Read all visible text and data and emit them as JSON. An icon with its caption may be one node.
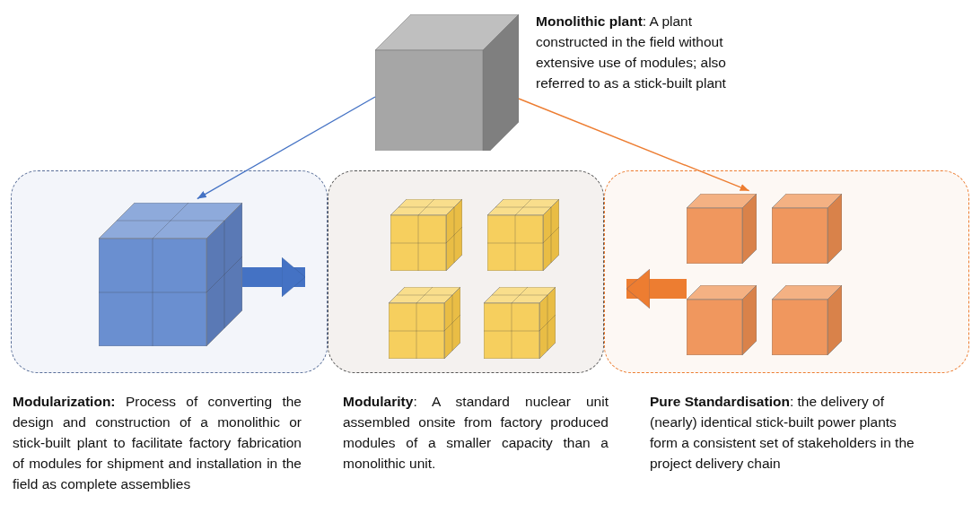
{
  "diagram": {
    "nodes": [
      {
        "text": [],
        "shape": "cube",
        "beside": [
          "**Monolithic plant**: A plant constructed in the field without extensive use of modules; also referred to as a stick-built plant"
        ]
      },
      {
        "text": [],
        "shape": "box"
      },
      {
        "text": [],
        "shape": "cube",
        "in": 1
      },
      {
        "text": [],
        "shape": "box"
      },
      {
        "text": [],
        "shape": "cube",
        "in": 3
      },
      {
        "text": [],
        "shape": "cube",
        "in": 3
      },
      {
        "text": [],
        "shape": "cube",
        "in": 3
      },
      {
        "text": [],
        "shape": "cube",
        "in": 3
      },
      {
        "text": [],
        "shape": "box"
      },
      {
        "text": [],
        "shape": "cube",
        "in": 8
      },
      {
        "text": [],
        "shape": "cube",
        "in": 8
      },
      {
        "text": [],
        "shape": "cube",
        "in": 8
      },
      {
        "text": [],
        "shape": "cube",
        "in": 8
      }
    ],
    "edges": [
      {
        "from": 0,
        "to": 2,
        "arrow": "to",
        "color": "#4472c4"
      },
      {
        "from": 0,
        "to": 9,
        "arrow": "to",
        "color": "#ed7d31"
      },
      {
        "from": 2,
        "to": 3,
        "arrow": "to",
        "style": "thick",
        "color": "#4472c4"
      },
      {
        "from": 11,
        "to": 3,
        "arrow": "to",
        "style": "thick",
        "color": "#ed7d31"
      }
    ],
    "labels": [
      "**Modularization:** Process of converting the design and construction of a monolithic or stick-built plant to facilitate factory fabrication of modules for shipment and installation in the field as complete assemblies",
      "**Modularity**: A standard nuclear unit assembled onsite from factory produced modules of a smaller capacity than a monolithic unit.",
      "**Pure Standardisation**: the delivery of (nearly) identical stick-built power plants form a consistent set of stakeholders in the project delivery chain"
    ]
  }
}
